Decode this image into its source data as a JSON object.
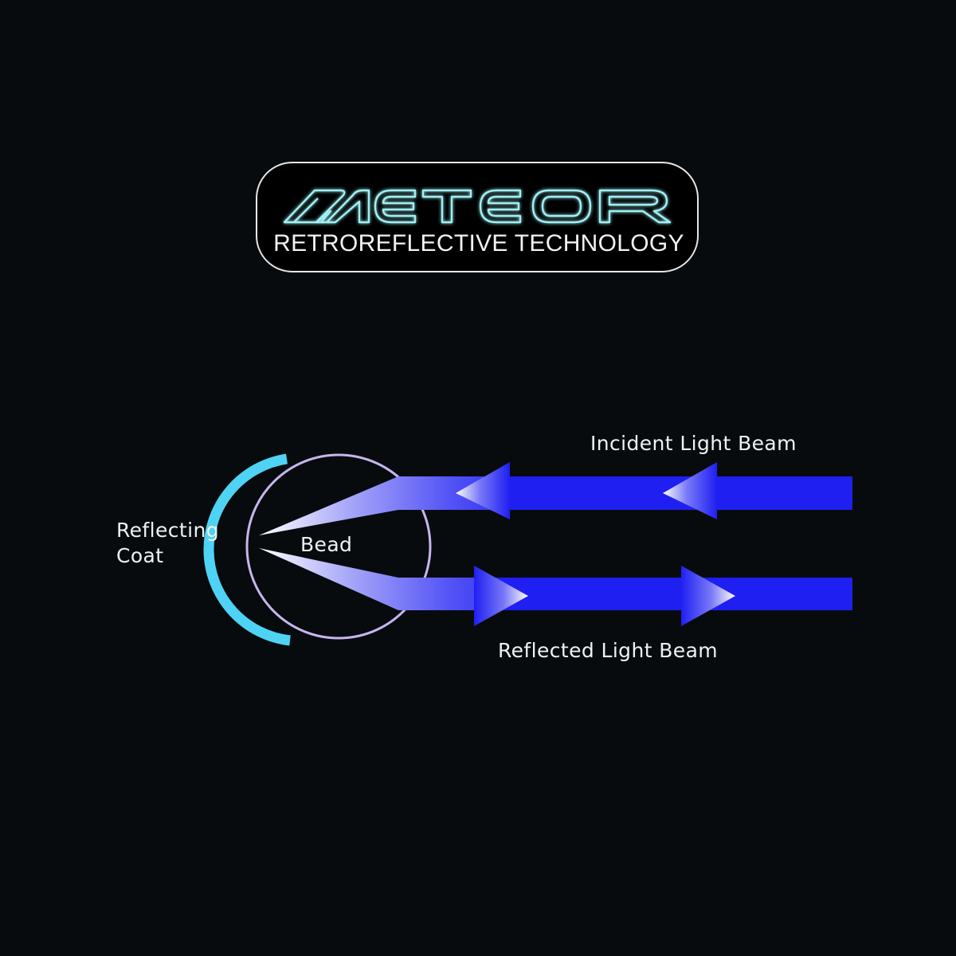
{
  "logo": {
    "brand": "METEOR",
    "tagline": "RETROREFLECTIVE TECHNOLOGY",
    "outline_color": "#9ff0f4",
    "border_color": "#e6e6e6"
  },
  "diagram": {
    "labels": {
      "incident": "Incident Light Beam",
      "reflected": "Reflected Light Beam",
      "coat_line1": "Reflecting",
      "coat_line2": "Coat",
      "bead": "Bead"
    },
    "colors": {
      "background": "#080b0d",
      "beam": "#1f1ff2",
      "coat": "#4fd3f5",
      "bead_outline": "#c7b5ee",
      "label": "#eef2f5"
    }
  }
}
